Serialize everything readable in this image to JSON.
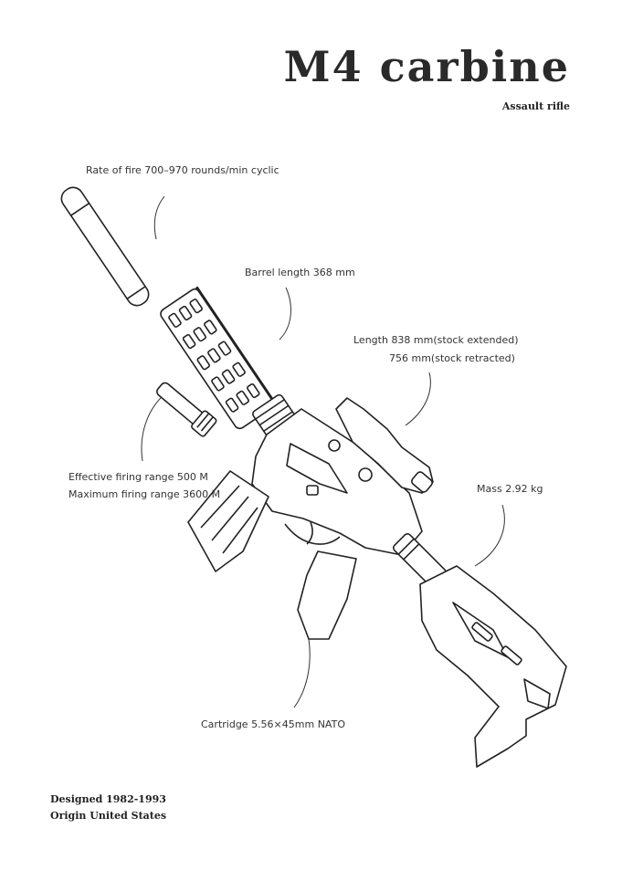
{
  "title": "M4 carbine",
  "subtitle": "Assault rifle",
  "annotations": {
    "rate_of_fire": "Rate of fire 700–970 rounds/min cyclic",
    "barrel_length": "Barrel length 368 mm",
    "length_extended": "Length 838 mm(stock extended)",
    "length_retracted": "756 mm(stock retracted)",
    "effective_range": "Effective firing range 500 M",
    "maximum_range": "Maximum firing range 3600 M",
    "mass": "Mass 2.92 kg",
    "cartridge": "Cartridge 5.56×45mm NATO"
  },
  "footer": {
    "designed": "Designed 1982-1993",
    "origin": "Origin United States"
  },
  "colors": {
    "ink": "#222222",
    "background": "#ffffff"
  }
}
